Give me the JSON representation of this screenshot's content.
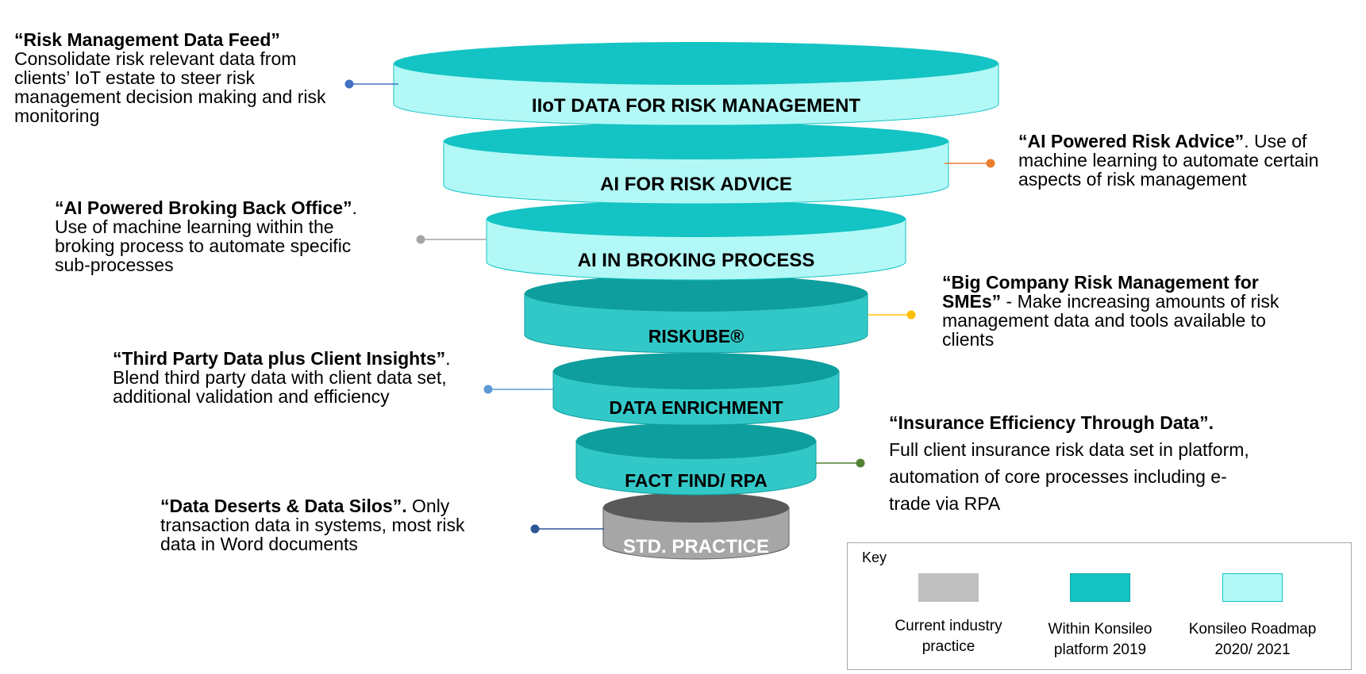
{
  "colors": {
    "roadmap_fill": "#b2f8f6",
    "roadmap_top": "#14c3c3",
    "platform_fill": "#33c8c8",
    "platform_top": "#0e9e9e",
    "std_fill": "#a6a6a6",
    "std_top": "#595959",
    "std_text": "#ffffff"
  },
  "layers": [
    {
      "label": "IIoT DATA FOR RISK MANAGEMENT",
      "tier": "roadmap"
    },
    {
      "label": "AI FOR RISK ADVICE",
      "tier": "roadmap"
    },
    {
      "label": "AI IN BROKING PROCESS",
      "tier": "roadmap"
    },
    {
      "label": "RISKUBE®",
      "tier": "platform"
    },
    {
      "label": "DATA ENRICHMENT",
      "tier": "platform"
    },
    {
      "label": "FACT FIND/ RPA",
      "tier": "platform"
    },
    {
      "label": "STD. PRACTICE",
      "tier": "current"
    }
  ],
  "annotations": [
    {
      "title": "“Risk Management Data Feed”",
      "body": "Consolidate risk relevant data from clients’ IoT estate to steer risk management decision making and risk monitoring",
      "dot_color": "#4472c4"
    },
    {
      "title": "“AI Powered Risk Advice”",
      "body": ". Use of machine learning to automate certain aspects of risk management",
      "dot_color": "#ed7d31"
    },
    {
      "title": "“AI Powered Broking Back Office”",
      "body": ". Use of machine learning within the broking process to automate specific sub-processes",
      "dot_color": "#a5a5a5"
    },
    {
      "title": "“Big Company Risk Management for SMEs”",
      "body": " - Make increasing amounts of risk management data and tools available to clients",
      "dot_color": "#ffc000"
    },
    {
      "title": "“Third Party Data plus Client Insights”",
      "body": ". Blend third party data with client data set, additional validation and efficiency",
      "dot_color": "#5b9bd5"
    },
    {
      "title": "“Insurance Efficiency Through Data”.",
      "body": "Full client insurance risk data set in platform, automation of core processes including e-trade via RPA",
      "dot_color": "#548235"
    },
    {
      "title": "“Data Deserts & Data Silos”.",
      "body": " Only transaction data in systems, most risk data in Word documents",
      "dot_color": "#2f5597"
    }
  ],
  "key": {
    "title": "Key",
    "items": [
      {
        "label_line1": "Current industry",
        "label_line2": "practice",
        "color": "#bfbfbf",
        "border": "#bfbfbf"
      },
      {
        "label_line1": "Within Konsileo",
        "label_line2": "platform 2019",
        "color": "#14c3c3",
        "border": "#0e9e9e"
      },
      {
        "label_line1": "Konsileo Roadmap",
        "label_line2": "2020/ 2021",
        "color": "#b2f8f6",
        "border": "#14c3c3"
      }
    ]
  }
}
